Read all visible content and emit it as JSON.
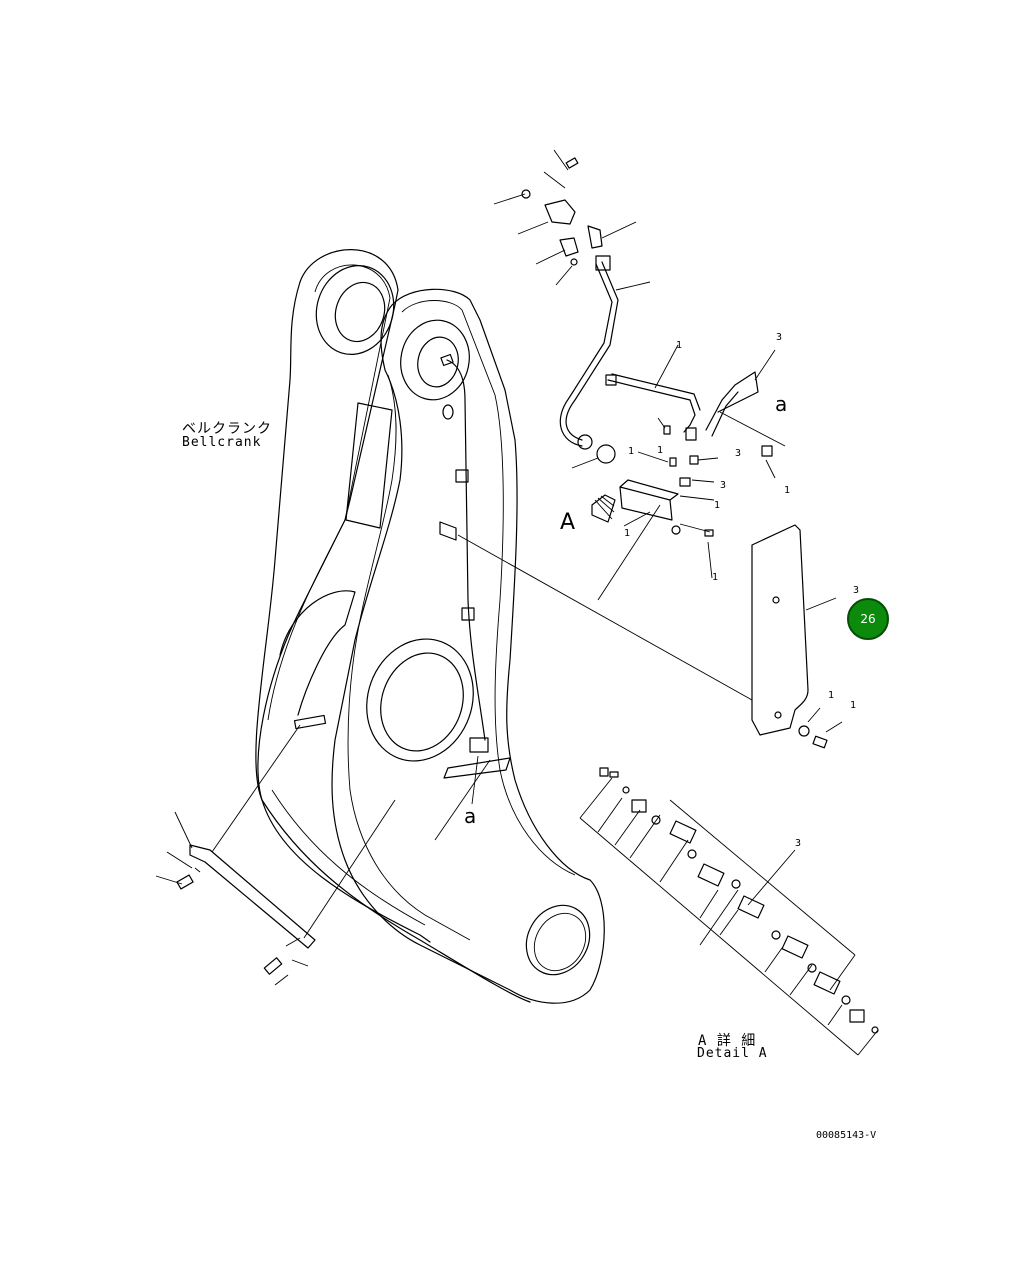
{
  "labels": {
    "part_name_ja": "ベルクランク",
    "part_name_en": "Bellcrank",
    "detail_ja": "A 詳 細",
    "detail_en": "Detail A",
    "view_arrow": "A",
    "callout_a_top": "a",
    "callout_a_bottom": "a",
    "doc_number": "00085143-V"
  },
  "hotspot": {
    "number": "26",
    "color": "#0b8a0b"
  },
  "item_marks": [
    "1",
    "3",
    "3",
    "1",
    "1",
    "3",
    "1",
    "1",
    "3",
    "1",
    "1",
    "3",
    "1",
    "1"
  ],
  "colors": {
    "line": "#000000",
    "background": "#ffffff",
    "hotspot": "#0b8a0b"
  }
}
